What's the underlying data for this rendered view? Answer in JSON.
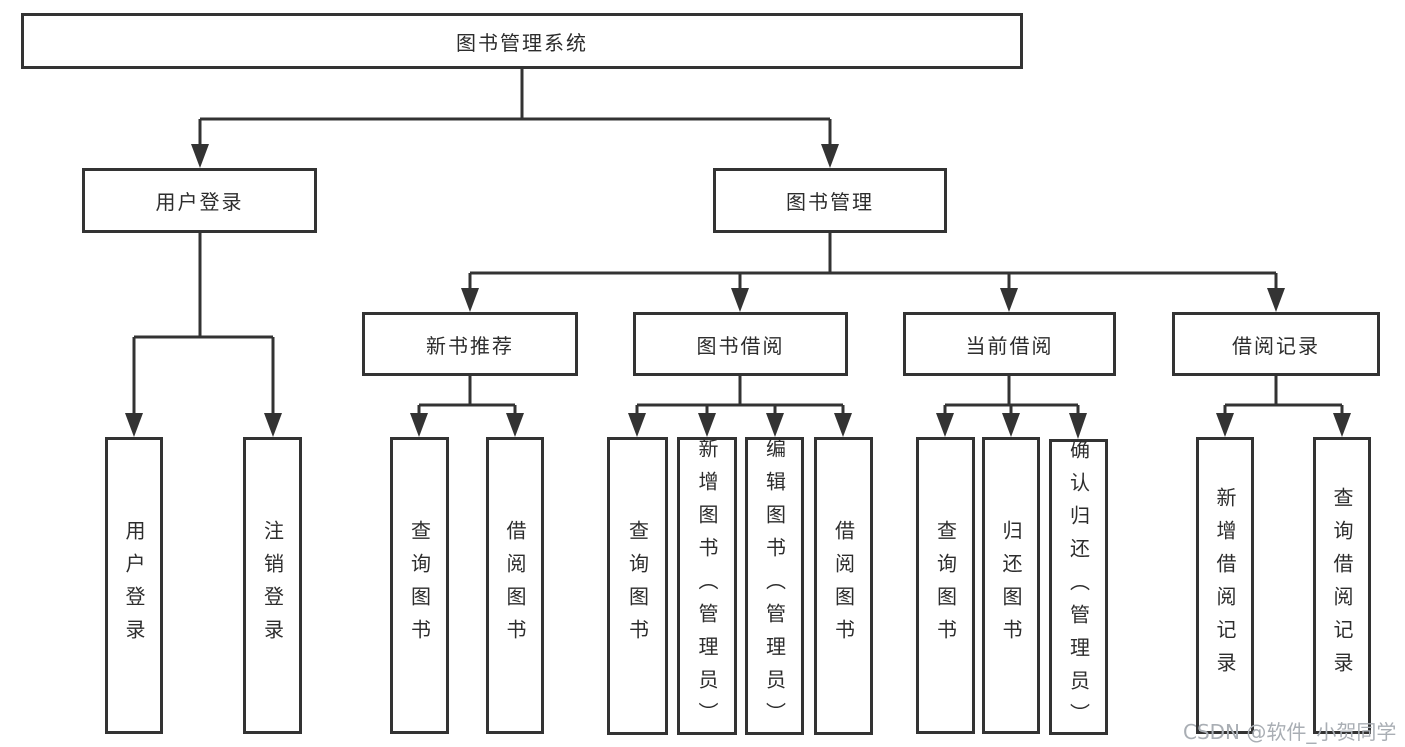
{
  "diagram": {
    "nodes": {
      "root": "图书管理系统",
      "user_login": "用户登录",
      "book_management": "图书管理",
      "new_book_recommend": "新书推荐",
      "book_borrowing": "图书借阅",
      "current_borrowing": "当前借阅",
      "borrowing_records": "借阅记录",
      "login_user_login": "用户登录",
      "login_logout": "注销登录",
      "recommend_query_books": "查询图书",
      "recommend_borrow_books": "借阅图书",
      "borrow_query_books": "查询图书",
      "borrow_add_books_admin": "新增图书（管理员）",
      "borrow_edit_books_admin": "编辑图书（管理员）",
      "borrow_borrow_books": "借阅图书",
      "current_query_books": "查询图书",
      "current_return_books": "归还图书",
      "current_confirm_return_admin": "确认归还（管理员）",
      "records_add_record": "新增借阅记录",
      "records_query_record": "查询借阅记录"
    },
    "hierarchy": {
      "图书管理系统": [
        "用户登录",
        "图书管理"
      ],
      "用户登录": [
        "用户登录",
        "注销登录"
      ],
      "图书管理": [
        "新书推荐",
        "图书借阅",
        "当前借阅",
        "借阅记录"
      ],
      "新书推荐": [
        "查询图书",
        "借阅图书"
      ],
      "图书借阅": [
        "查询图书",
        "新增图书（管理员）",
        "编辑图书（管理员）",
        "借阅图书"
      ],
      "当前借阅": [
        "查询图书",
        "归还图书",
        "确认归还（管理员）"
      ],
      "借阅记录": [
        "新增借阅记录",
        "查询借阅记录"
      ]
    }
  },
  "watermark": {
    "text": "CSDN @软件_小贺同学"
  },
  "colors": {
    "line": "#333333",
    "box_border": "#333333",
    "box_fill": "#ffffff",
    "text": "#2d2d2d",
    "watermark": "#a9aeb4",
    "background": "#ffffff"
  }
}
